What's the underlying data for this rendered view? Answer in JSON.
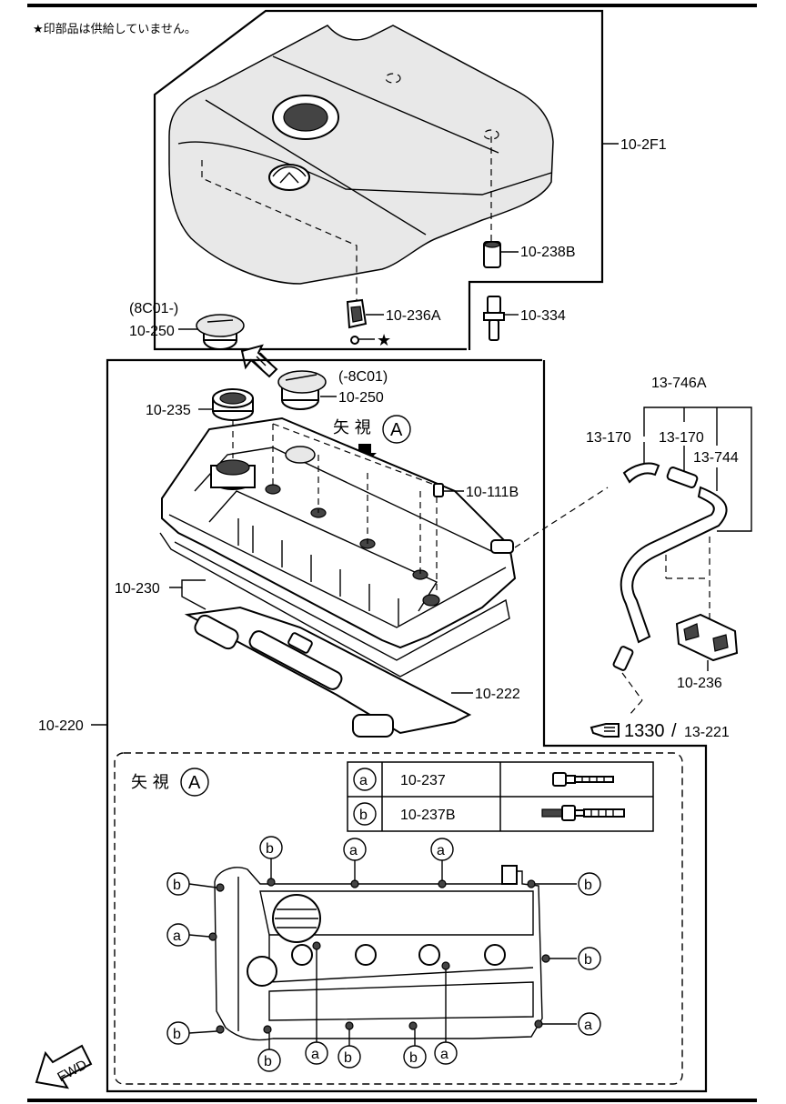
{
  "note": "★印部品は供給していません。",
  "star_symbol": "★",
  "labels": {
    "p10_2F1": "10-2F1",
    "p10_238B": "10-238B",
    "p10_236A": "10-236A",
    "p10_334": "10-334",
    "p8C01_new": "(8C01-)",
    "p10_250_a": "10-250",
    "p8C01_old": "(-8C01)",
    "p10_250_b": "10-250",
    "p10_235": "10-235",
    "p10_111B": "10-111B",
    "p13_746A": "13-746A",
    "p13_170_a": "13-170",
    "p13_170_b": "13-170",
    "p13_744": "13-744",
    "p10_230": "10-230",
    "p10_222": "10-222",
    "p10_236": "10-236",
    "p10_220": "10-220",
    "ref_main": "1330",
    "ref_slash": "/",
    "ref_sub": "13-221",
    "fwd": "FWD"
  },
  "view_arrow": {
    "text": "矢 視",
    "letter": "A"
  },
  "detail_view": {
    "title_text": "矢 視",
    "title_letter": "A",
    "legend": [
      {
        "symbol": "a",
        "part": "10-237"
      },
      {
        "symbol": "b",
        "part": "10-237B"
      }
    ],
    "bolt_markers": {
      "a": "a",
      "b": "b"
    }
  }
}
